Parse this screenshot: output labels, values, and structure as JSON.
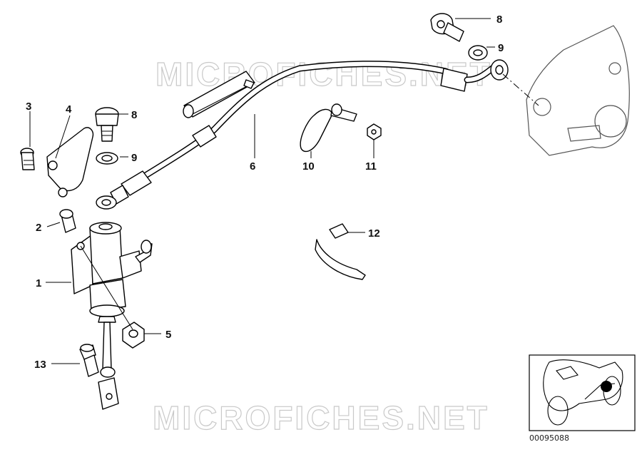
{
  "watermarks": [
    "MICROFICHES.NET",
    "MICROFICHES.NET"
  ],
  "callouts": [
    {
      "id": "c3a",
      "label": "3"
    },
    {
      "id": "c4",
      "label": "4"
    },
    {
      "id": "c8a",
      "label": "8"
    },
    {
      "id": "c9a",
      "label": "9"
    },
    {
      "id": "c2",
      "label": "2"
    },
    {
      "id": "c1",
      "label": "1"
    },
    {
      "id": "c5",
      "label": "5"
    },
    {
      "id": "c13",
      "label": "13"
    },
    {
      "id": "c6",
      "label": "6"
    },
    {
      "id": "c10",
      "label": "10"
    },
    {
      "id": "c11",
      "label": "11"
    },
    {
      "id": "c8b",
      "label": "8"
    },
    {
      "id": "c9b",
      "label": "9"
    },
    {
      "id": "c12",
      "label": "12"
    }
  ],
  "reference_number": "00095088"
}
